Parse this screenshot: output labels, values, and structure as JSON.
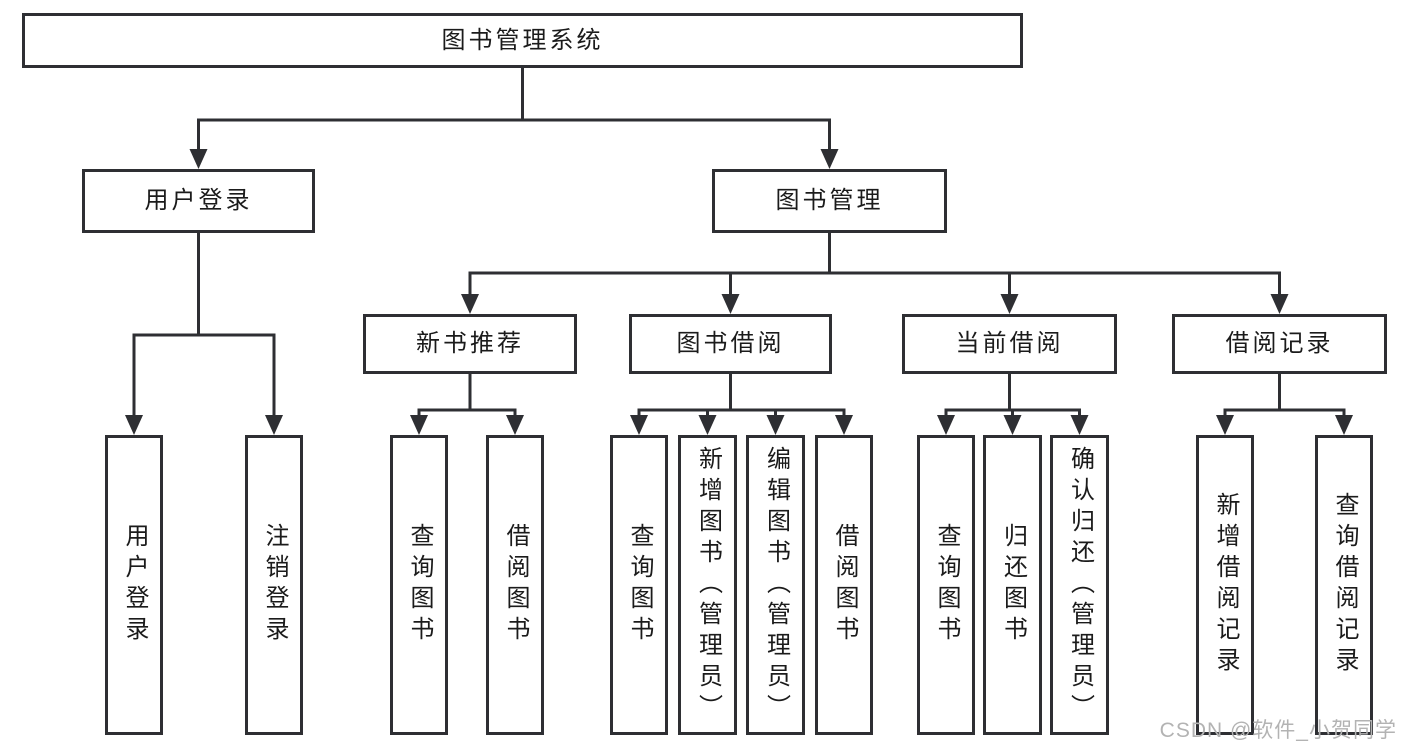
{
  "diagram": {
    "root": "图书管理系统",
    "level2": {
      "user_login": "用户登录",
      "book_mgmt": "图书管理"
    },
    "level3": {
      "new_book_rec": "新书推荐",
      "book_borrow": "图书借阅",
      "current_borrow": "当前借阅",
      "borrow_records": "借阅记录"
    },
    "leaves": {
      "user_login": [
        "用户登录",
        "注销登录"
      ],
      "new_book_rec": [
        "查询图书",
        "借阅图书"
      ],
      "book_borrow": [
        "查询图书",
        "新增图书（管理员）",
        "编辑图书（管理员）",
        "借阅图书"
      ],
      "current_borrow": [
        "查询图书",
        "归还图书",
        "确认归还（管理员）"
      ],
      "borrow_records": [
        "新增借阅记录",
        "查询借阅记录"
      ]
    },
    "watermark": "CSDN @软件_小贺同学",
    "colors": {
      "line": "#2e2f33",
      "box_border": "#2e2f33",
      "text": "#1b1b1b",
      "watermark": "#b3b3b3",
      "background": "#ffffff"
    }
  }
}
